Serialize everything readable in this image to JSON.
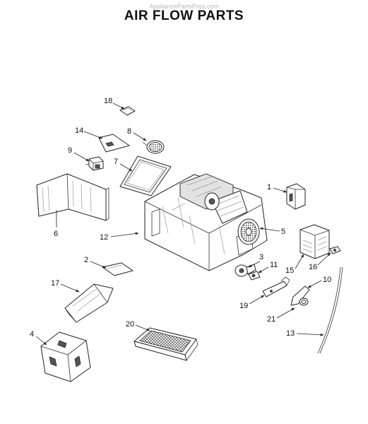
{
  "watermark": "AppliancePartsPros.com",
  "title": "AIR FLOW PARTS",
  "callouts": [
    "1",
    "2",
    "3",
    "4",
    "5",
    "6",
    "7",
    "8",
    "9",
    "10",
    "11",
    "12",
    "13",
    "14",
    "15",
    "16",
    "17",
    "18",
    "19",
    "20",
    "21"
  ]
}
